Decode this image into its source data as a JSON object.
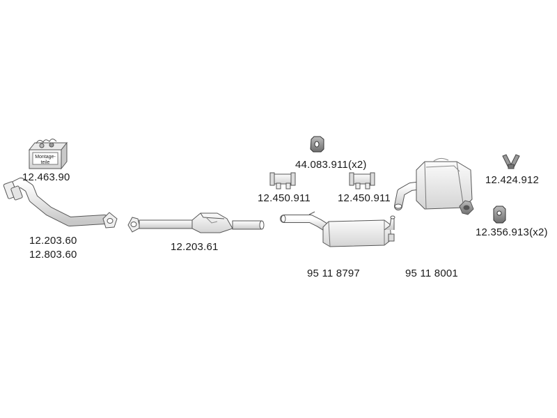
{
  "parts": [
    {
      "id": "mounting-kit",
      "label": "12.463.90",
      "box_text": [
        "Montage-",
        "teile"
      ]
    },
    {
      "id": "front-pipe",
      "label": "12.203.60"
    },
    {
      "id": "front-pipe-alt",
      "label": "12.803.60"
    },
    {
      "id": "catalytic-converter",
      "label": "12.203.61"
    },
    {
      "id": "rubber-hanger-small",
      "label": "44.083.911(x2)"
    },
    {
      "id": "clamp-left",
      "label": "12.450.911"
    },
    {
      "id": "clamp-right",
      "label": "12.450.911"
    },
    {
      "id": "middle-silencer",
      "label": "95 11 8797"
    },
    {
      "id": "rear-silencer",
      "label": "95 11 8001"
    },
    {
      "id": "bracket-v",
      "label": "12.424.912"
    },
    {
      "id": "rubber-hanger-rear",
      "label": "12.356.913(x2)"
    }
  ],
  "colors": {
    "stroke": "#555555",
    "fill_light": "#f2f2f2",
    "fill_mid": "#d9d9d9",
    "fill_dark": "#8c8c8c",
    "text": "#1a1a1a"
  }
}
